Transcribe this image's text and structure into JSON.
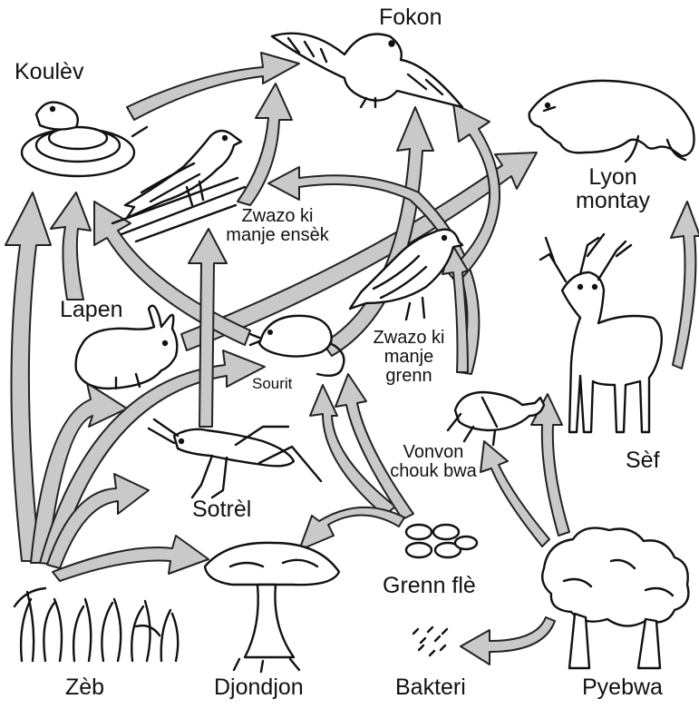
{
  "labels": {
    "fokon": "Fokon",
    "koulev": "Koulèv",
    "lyon_montay": "Lyon montay",
    "zwazo_ensek": "Zwazo ki manje ensèk",
    "lapen": "Lapen",
    "sourit": "Sourit",
    "zwazo_grenn": "Zwazo ki manje grenn",
    "sef": "Sèf",
    "vonvon": "Vonvon chouk bwa",
    "sotrel": "Sotrèl",
    "grenn_fle": "Grenn flè",
    "zeb": "Zèb",
    "djondjon": "Djondjon",
    "bakteri": "Bakteri",
    "pyebwa": "Pyebwa"
  },
  "colors": {
    "arrow_fill": "#c9c9c9",
    "outline": "#222222",
    "background": "#ffffff"
  }
}
